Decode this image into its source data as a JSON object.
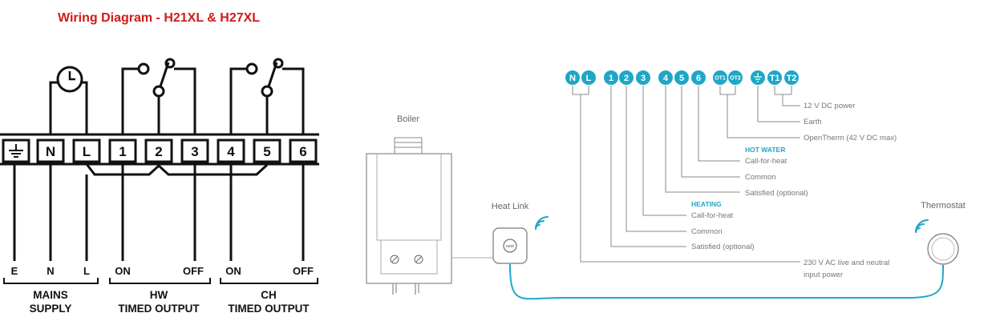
{
  "title": "Wiring Diagram - H21XL & H27XL",
  "left": {
    "terminals": [
      "N",
      "L",
      "1",
      "2",
      "3",
      "4",
      "5",
      "6"
    ],
    "bottom_labels": {
      "e": "E",
      "n": "N",
      "l": "L",
      "hw_on": "ON",
      "hw_off": "OFF",
      "ch_on": "ON",
      "ch_off": "OFF"
    },
    "groups": {
      "mains_1": "MAINS",
      "mains_2": "SUPPLY",
      "hw_1": "HW",
      "hw_2": "TIMED OUTPUT",
      "ch_1": "CH",
      "ch_2": "TIMED OUTPUT"
    }
  },
  "right": {
    "badges": {
      "n": "N",
      "l": "L",
      "b1": "1",
      "b2": "2",
      "b3": "3",
      "b4": "4",
      "b5": "5",
      "b6": "6",
      "ot1": "OT1",
      "ot2": "OT2",
      "t1": "T1",
      "t2": "T2"
    },
    "labels": {
      "dc_power": "12 V DC power",
      "earth": "Earth",
      "opentherm": "OpenTherm (42 V DC max)",
      "hot_water": "HOT WATER",
      "hw_call": "Call-for-heat",
      "hw_common": "Common",
      "hw_satisfied": "Satisfied (optional)",
      "heating": "HEATING",
      "ht_call": "Call-for-heat",
      "ht_common": "Common",
      "ht_satisfied": "Satisfied (optional)",
      "ac_1": "230 V AC live and neutral",
      "ac_2": "input power"
    },
    "devices": {
      "boiler": "Boiler",
      "heat_link": "Heat Link",
      "thermostat": "Thermostat",
      "nest_logo": "nest"
    }
  },
  "colors": {
    "title": "#d11a1a",
    "accent": "#1ea7c7",
    "line": "#111111",
    "grey": "#888888"
  }
}
